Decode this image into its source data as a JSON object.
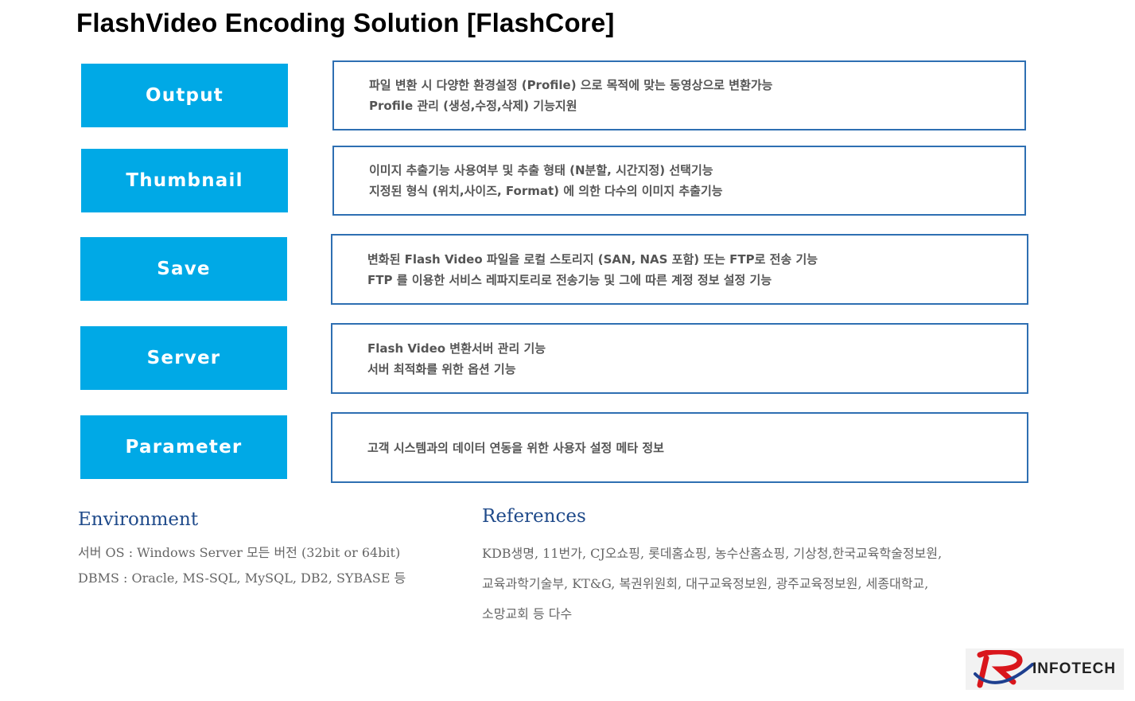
{
  "title": "FlashVideo Encoding Solution [FlashCore]",
  "features": [
    {
      "label": "Output",
      "lines": [
        "파일 변환 시 다양한 환경설정 (Profile) 으로 목적에 맞는 동영상으로 변환가능",
        "Profile 관리 (생성,수정,삭제) 기능지원"
      ]
    },
    {
      "label": "Thumbnail",
      "lines": [
        "이미지 추출기능 사용여부 및 추출 형태 (N분할, 시간지정) 선택기능",
        "지정된 형식 (위치,사이즈, Format) 에 의한 다수의 이미지 추출기능"
      ]
    },
    {
      "label": "Save",
      "lines": [
        "변화된 Flash Video 파일을 로컬 스토리지 (SAN, NAS 포함) 또는 FTP로 전송 기능",
        "FTP 를 이용한 서비스 레파지토리로 전송기능 및 그에 따른 계정 정보 설정 기능"
      ]
    },
    {
      "label": "Server",
      "lines": [
        "Flash Video 변환서버 관리 기능",
        "서버 최적화를 위한 옵션 기능"
      ]
    },
    {
      "label": "Parameter",
      "lines": [
        "고객 시스템과의 데이터 연동을 위한 사용자 설정 메타 정보"
      ]
    }
  ],
  "environment": {
    "heading": "Environment",
    "lines": [
      "서버 OS : Windows Server 모든 버전 (32bit or 64bit)",
      "DBMS : Oracle, MS-SQL, MySQL, DB2, SYBASE 등"
    ]
  },
  "references": {
    "heading": "References",
    "lines": [
      "KDB생명, 11번가, CJ오쇼핑, 롯데홈쇼핑, 농수산홈쇼핑, 기상청,한국교육학술정보원,",
      "교육과학기술부, KT&G, 복권위원회, 대구교육정보원, 광주교육정보원, 세종대학교,",
      "소망교회 등 다수"
    ]
  },
  "logo": {
    "text": "INFOTECH"
  },
  "colors": {
    "label_bg": "#00a9e6",
    "box_border": "#2e6fb2",
    "heading": "#1f4a8a",
    "logo_red": "#d9161c",
    "logo_blue": "#1e3f8f"
  }
}
